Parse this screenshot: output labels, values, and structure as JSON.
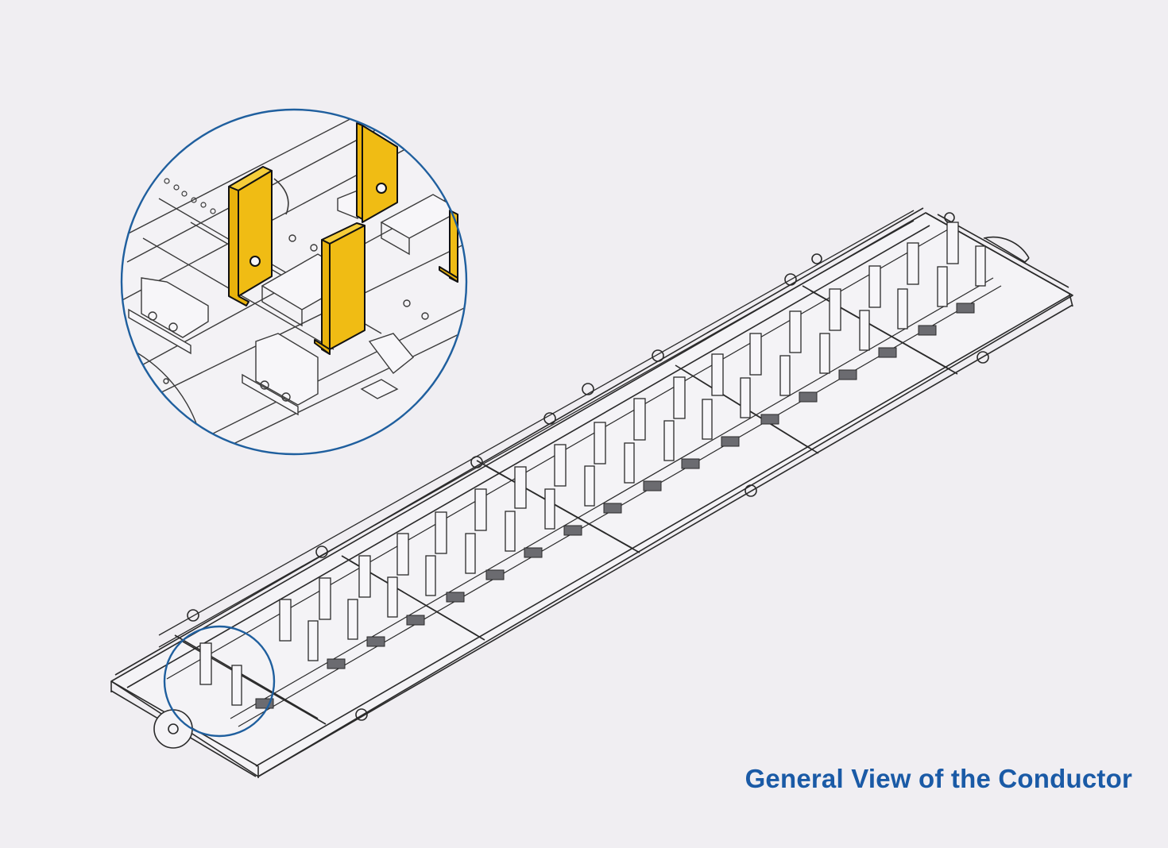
{
  "figure": {
    "caption": "General View of the Conductor",
    "subject": "isometric line drawing of a long conductor frame with repeated vertical plates and clamp fixtures",
    "colors": {
      "background": "#f0eef2",
      "caption": "#1a5aa6",
      "callout_border": "#1f5f9e",
      "highlight_plates": "#f0bc14",
      "line_art": "#2a2a2a"
    },
    "callout": {
      "label": "magnified detail",
      "highlighted_parts": "vertical contact plates with bolt holes",
      "highlighted_count": 4
    },
    "focus_marker": {
      "label": "detail location marker",
      "position": "near left end of conductor frame"
    }
  }
}
